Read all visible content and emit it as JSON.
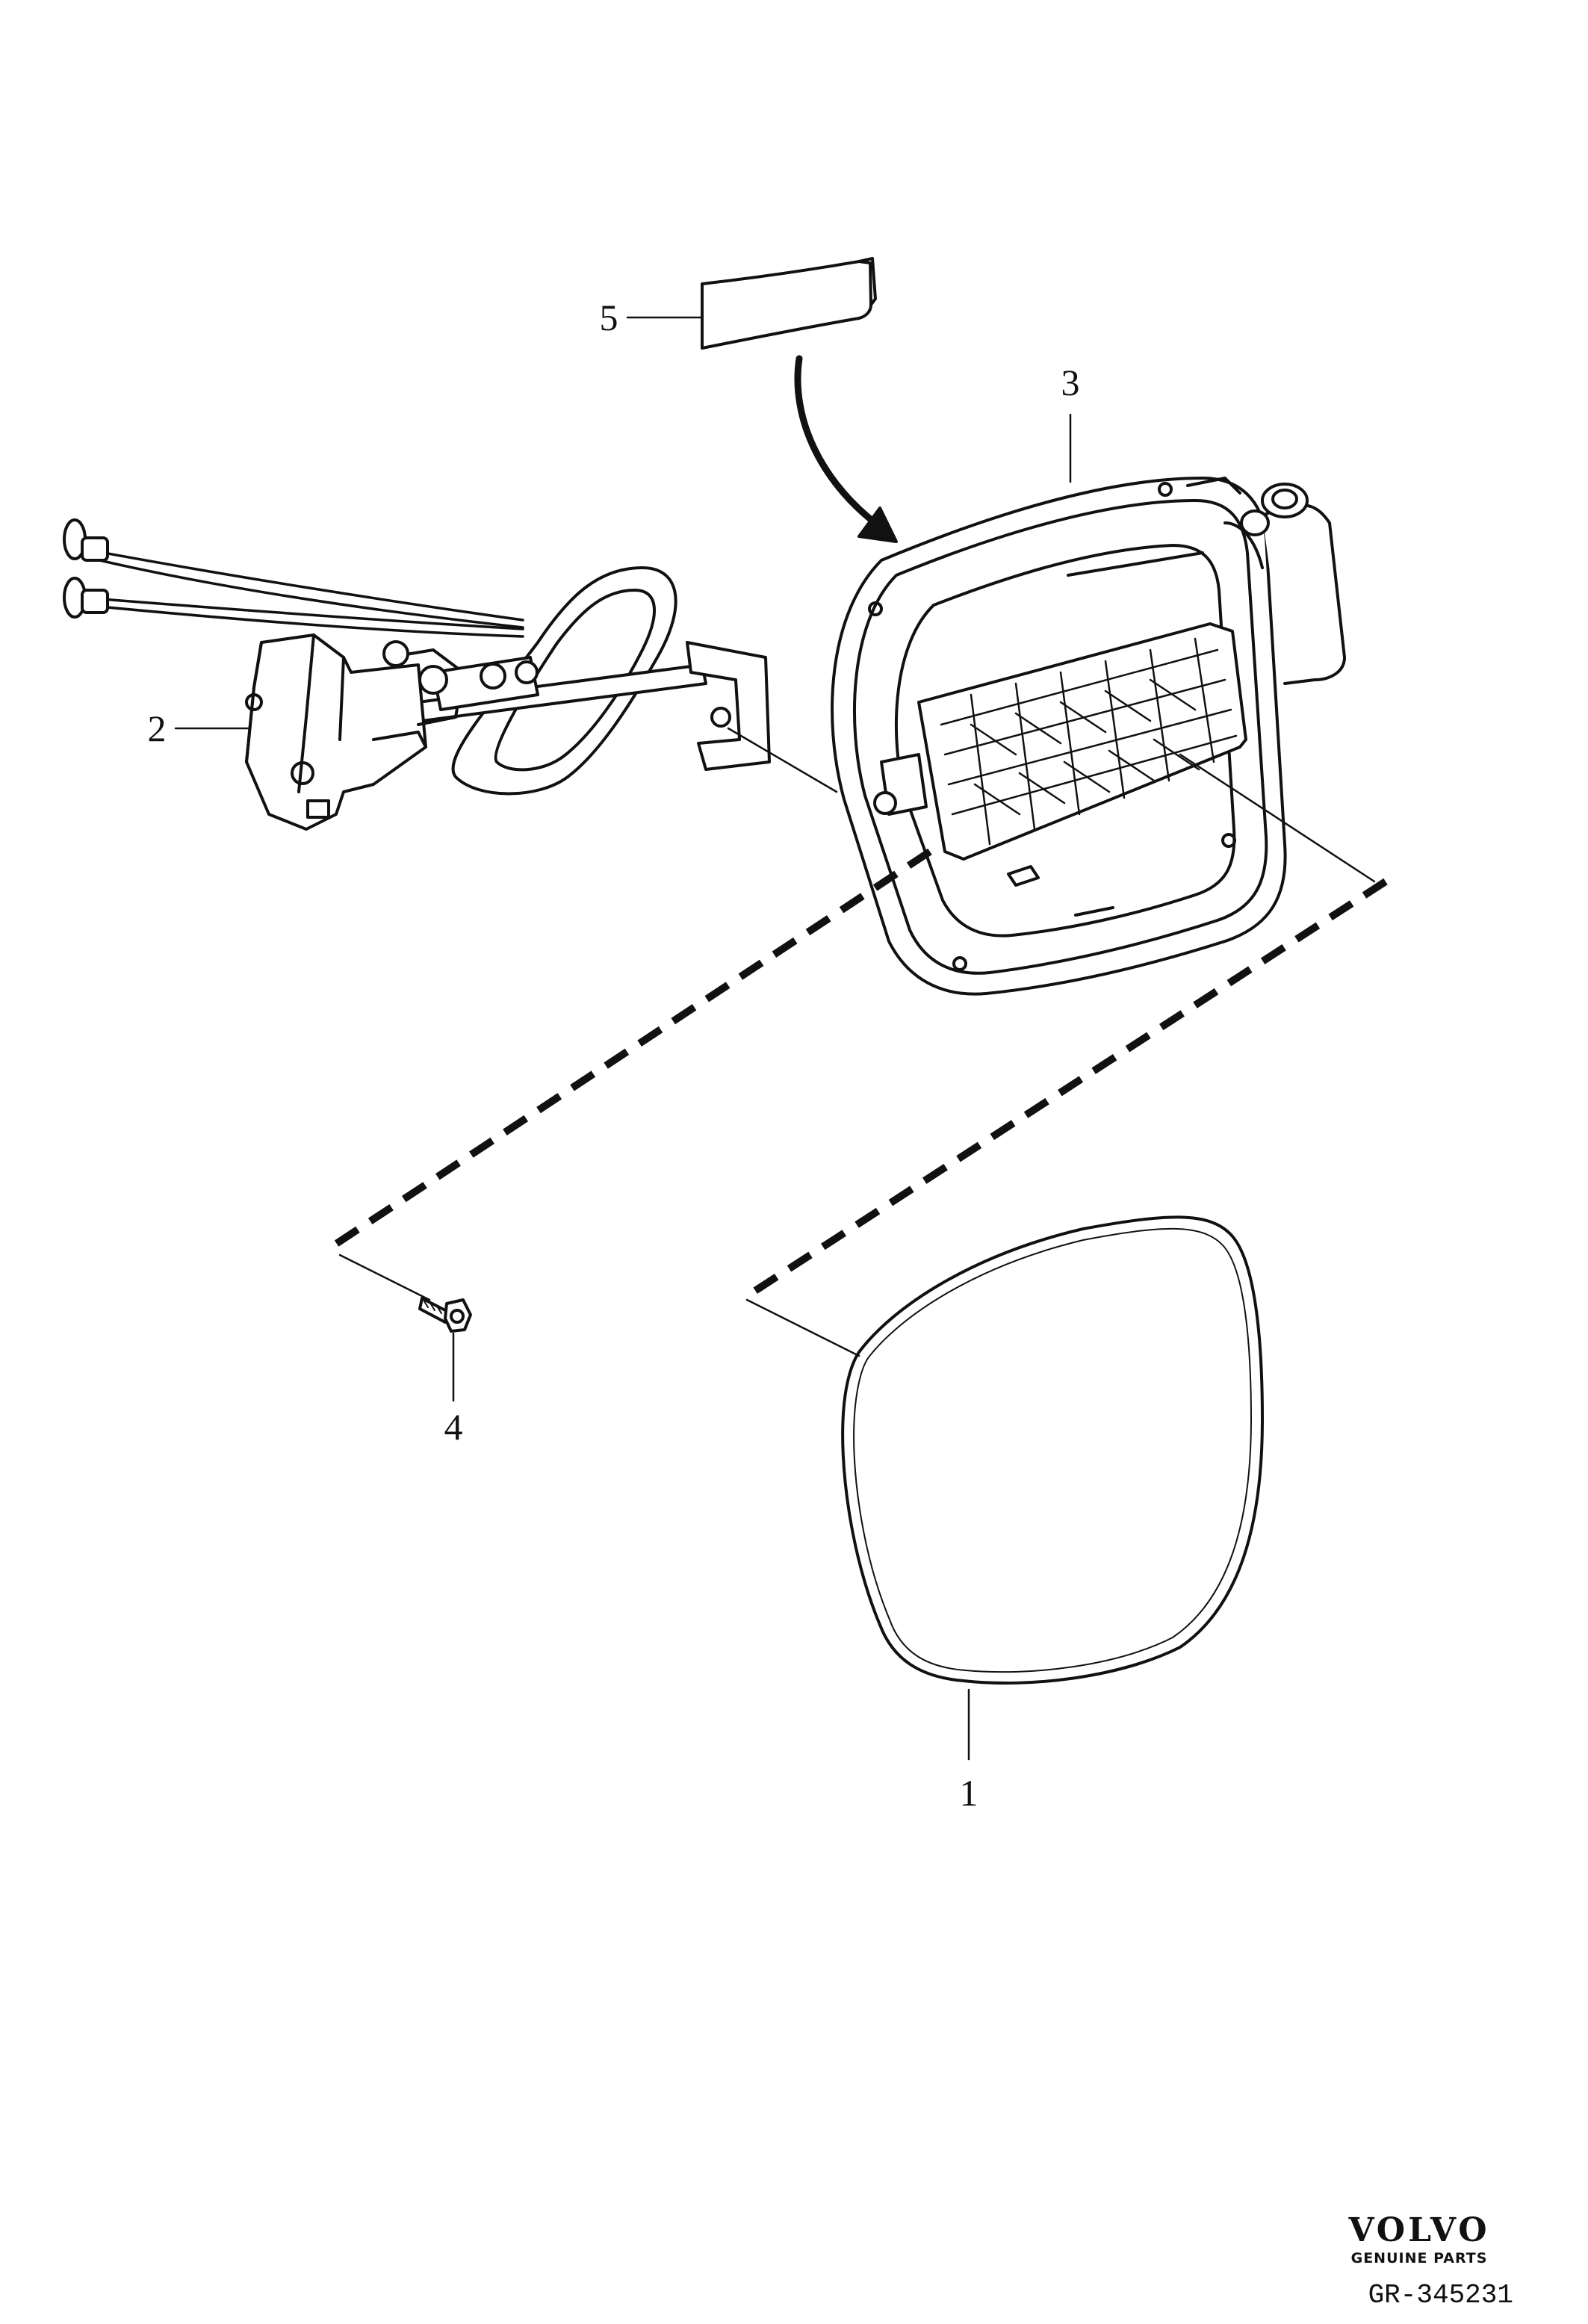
{
  "callouts": {
    "part_1": "1",
    "part_2": "2",
    "part_3": "3",
    "part_4": "4",
    "part_5": "5"
  },
  "branding": {
    "name": "VOLVO",
    "tagline": "GENUINE PARTS"
  },
  "drawing_number": "GR-345231",
  "colors": {
    "line": "#111111",
    "background": "#ffffff"
  }
}
